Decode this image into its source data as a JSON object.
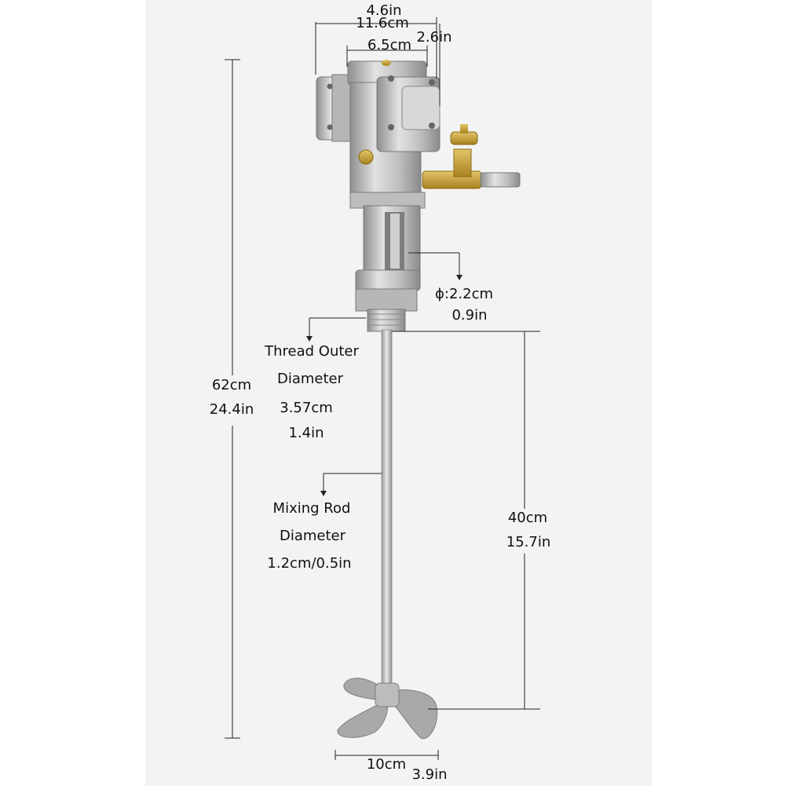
{
  "labels": {
    "top_width_in": "4.6in",
    "top_width_cm": "11.6cm",
    "top_depth_in": "2.6in",
    "top_depth_cm": "6.5cm",
    "shaft_dia_cm": "ϕ:2.2cm",
    "shaft_dia_in": "0.9in",
    "thread_line1": "Thread Outer",
    "thread_line2": "Diameter",
    "thread_cm": "3.57cm",
    "thread_in": "1.4in",
    "total_cm": "62cm",
    "total_in": "24.4in",
    "rod_line1": "Mixing Rod",
    "rod_line2": "Diameter",
    "rod_value": "1.2cm/0.5in",
    "rod_len_cm": "40cm",
    "rod_len_in": "15.7in",
    "blade_cm": "10cm",
    "blade_in": "3.9in"
  },
  "colors": {
    "background": "#ffffff",
    "panel": "#f3f3f3",
    "line": "#222222",
    "metal": "#c9c9c9",
    "metal_dark": "#9a9a9a",
    "brass": "#c9a33a"
  }
}
